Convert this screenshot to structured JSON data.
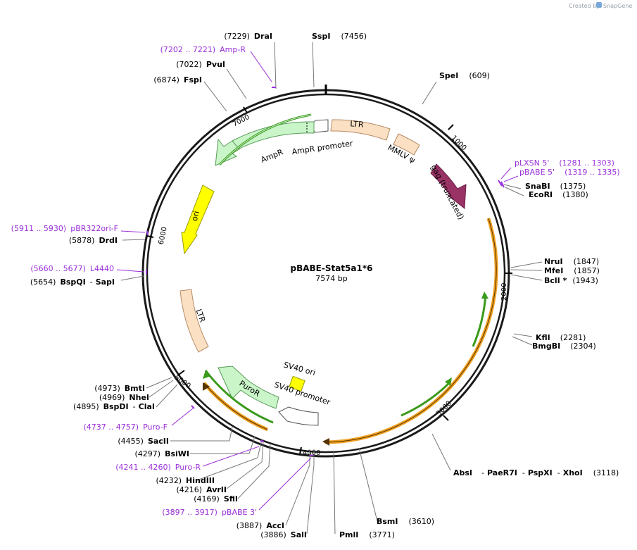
{
  "credit": {
    "created_by": "Created by",
    "app": "SnapGene"
  },
  "plasmid": {
    "name": "pBABE-Stat5a1*6",
    "length": "7574 bp"
  },
  "ticks": [
    "1000",
    "2000",
    "3000",
    "4000",
    "5000",
    "6000",
    "7000"
  ],
  "features": {
    "ltr_top": "LTR",
    "mmlv": "MMLV ψ",
    "gag": "gag (truncated)",
    "ampr": "AmpR",
    "ampr_promoter": "AmpR promoter",
    "ori": "ori",
    "ltr_left": "LTR",
    "puror": "PuroR",
    "sv40_ori": "SV40 ori",
    "sv40_promoter": "SV40 promoter"
  },
  "sites": {
    "drai": {
      "pos": "(7229)",
      "name": "DraI"
    },
    "sspi": {
      "name": "SspI",
      "pos": "(7456)"
    },
    "pvui": {
      "pos": "(7022)",
      "name": "PvuI"
    },
    "fspi": {
      "pos": "(6874)",
      "name": "FspI"
    },
    "spei": {
      "name": "SpeI",
      "pos": "(609)"
    },
    "snabi": {
      "name": "SnaBI",
      "pos": "(1375)"
    },
    "ecori": {
      "name": "EcoRI",
      "pos": "(1380)"
    },
    "drdi": {
      "pos": "(5878)",
      "name": "DrdI"
    },
    "bspqi": {
      "pos": "(5654)",
      "name": "BspQI",
      "sep": "-",
      "name2": "SapI"
    },
    "nrui": {
      "name": "NruI",
      "pos": "(1847)"
    },
    "mfei": {
      "name": "MfeI",
      "pos": "(1857)"
    },
    "bcli": {
      "name": "BclI *",
      "pos": "(1943)"
    },
    "kfli": {
      "name": "KflI",
      "pos": "(2281)"
    },
    "bmgbi": {
      "name": "BmgBI",
      "pos": "(2304)"
    },
    "bmti": {
      "pos": "(4973)",
      "name": "BmtI"
    },
    "nhei": {
      "pos": "(4969)",
      "name": "NheI"
    },
    "bspdi": {
      "pos": "(4895)",
      "name": "BspDI",
      "sep": "-",
      "name2": "ClaI"
    },
    "sacii": {
      "pos": "(4455)",
      "name": "SacII"
    },
    "bsiwi": {
      "pos": "(4297)",
      "name": "BsiWI"
    },
    "hindiii": {
      "pos": "(4232)",
      "name": "HindIII"
    },
    "avrii": {
      "pos": "(4216)",
      "name": "AvrII"
    },
    "sfii": {
      "pos": "(4169)",
      "name": "SfiI"
    },
    "acci": {
      "pos": "(3887)",
      "name": "AccI"
    },
    "sali": {
      "pos": "(3886)",
      "name": "SalI"
    },
    "pmli": {
      "name": "PmlI",
      "pos": "(3771)"
    },
    "bsmi": {
      "name": "BsmI",
      "pos": "(3610)"
    },
    "absi": {
      "name": "AbsI",
      "sep1": "-",
      "name2": "PaeR7I",
      "sep2": "-",
      "name3": "PspXI",
      "sep3": "-",
      "name4": "XhoI",
      "pos": "(3118)"
    }
  },
  "primers": {
    "ampr": {
      "range": "(7202 .. 7221)",
      "name": "Amp-R"
    },
    "plxsn": {
      "name": "pLXSN 5'",
      "range": "(1281 .. 1303)"
    },
    "pbabe5": {
      "name": "pBABE 5'",
      "range": "(1319 .. 1335)"
    },
    "pbr322": {
      "range": "(5911 .. 5930)",
      "name": "pBR322ori-F"
    },
    "l4440": {
      "range": "(5660 .. 5677)",
      "name": "L4440"
    },
    "purof": {
      "range": "(4737 .. 4757)",
      "name": "Puro-F"
    },
    "puror": {
      "range": "(4241 .. 4260)",
      "name": "Puro-R"
    },
    "pbabe3": {
      "range": "(3897 .. 3917)",
      "name": "pBABE 3'"
    }
  },
  "colors": {
    "backbone": "#1a1a1a",
    "ltr": "#fbe0c4",
    "ltr_stroke": "#b48a63",
    "gag": "#993366",
    "ampr": "#c9f5c9",
    "ori": "#ffff00",
    "orange": "#f0a020",
    "green": "#3a9a1a",
    "primer": "#9b30d9"
  }
}
